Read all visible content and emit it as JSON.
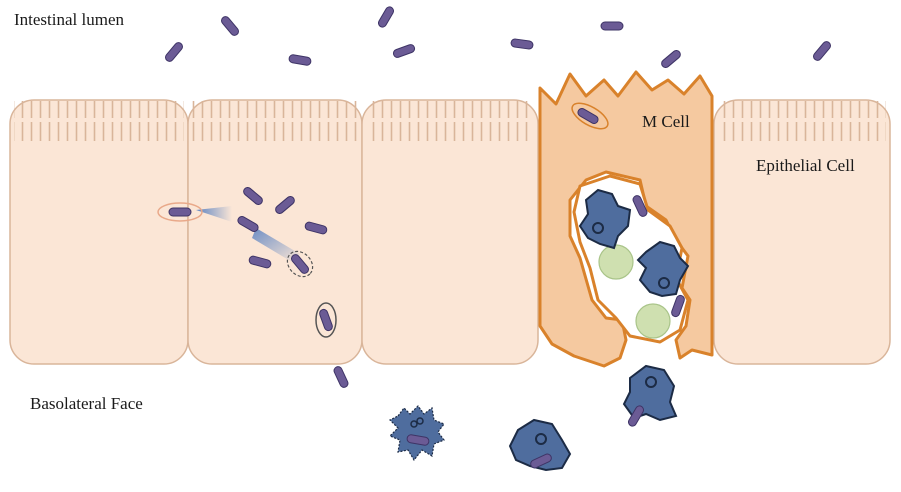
{
  "labels": {
    "lumen": "Intestinal lumen",
    "basolateral": "Basolateral Face",
    "m_cell": "M Cell",
    "epithelial": "Epithelial Cell"
  },
  "colors": {
    "cell_fill": "#fbe6d6",
    "cell_stroke": "#d9b59a",
    "m_cell_fill": "#f5c9a0",
    "m_cell_stroke": "#d9822b",
    "bacteria": "#6b5b95",
    "macrophage": "#4f6d9e",
    "vesicle": "#cfe0b0"
  }
}
